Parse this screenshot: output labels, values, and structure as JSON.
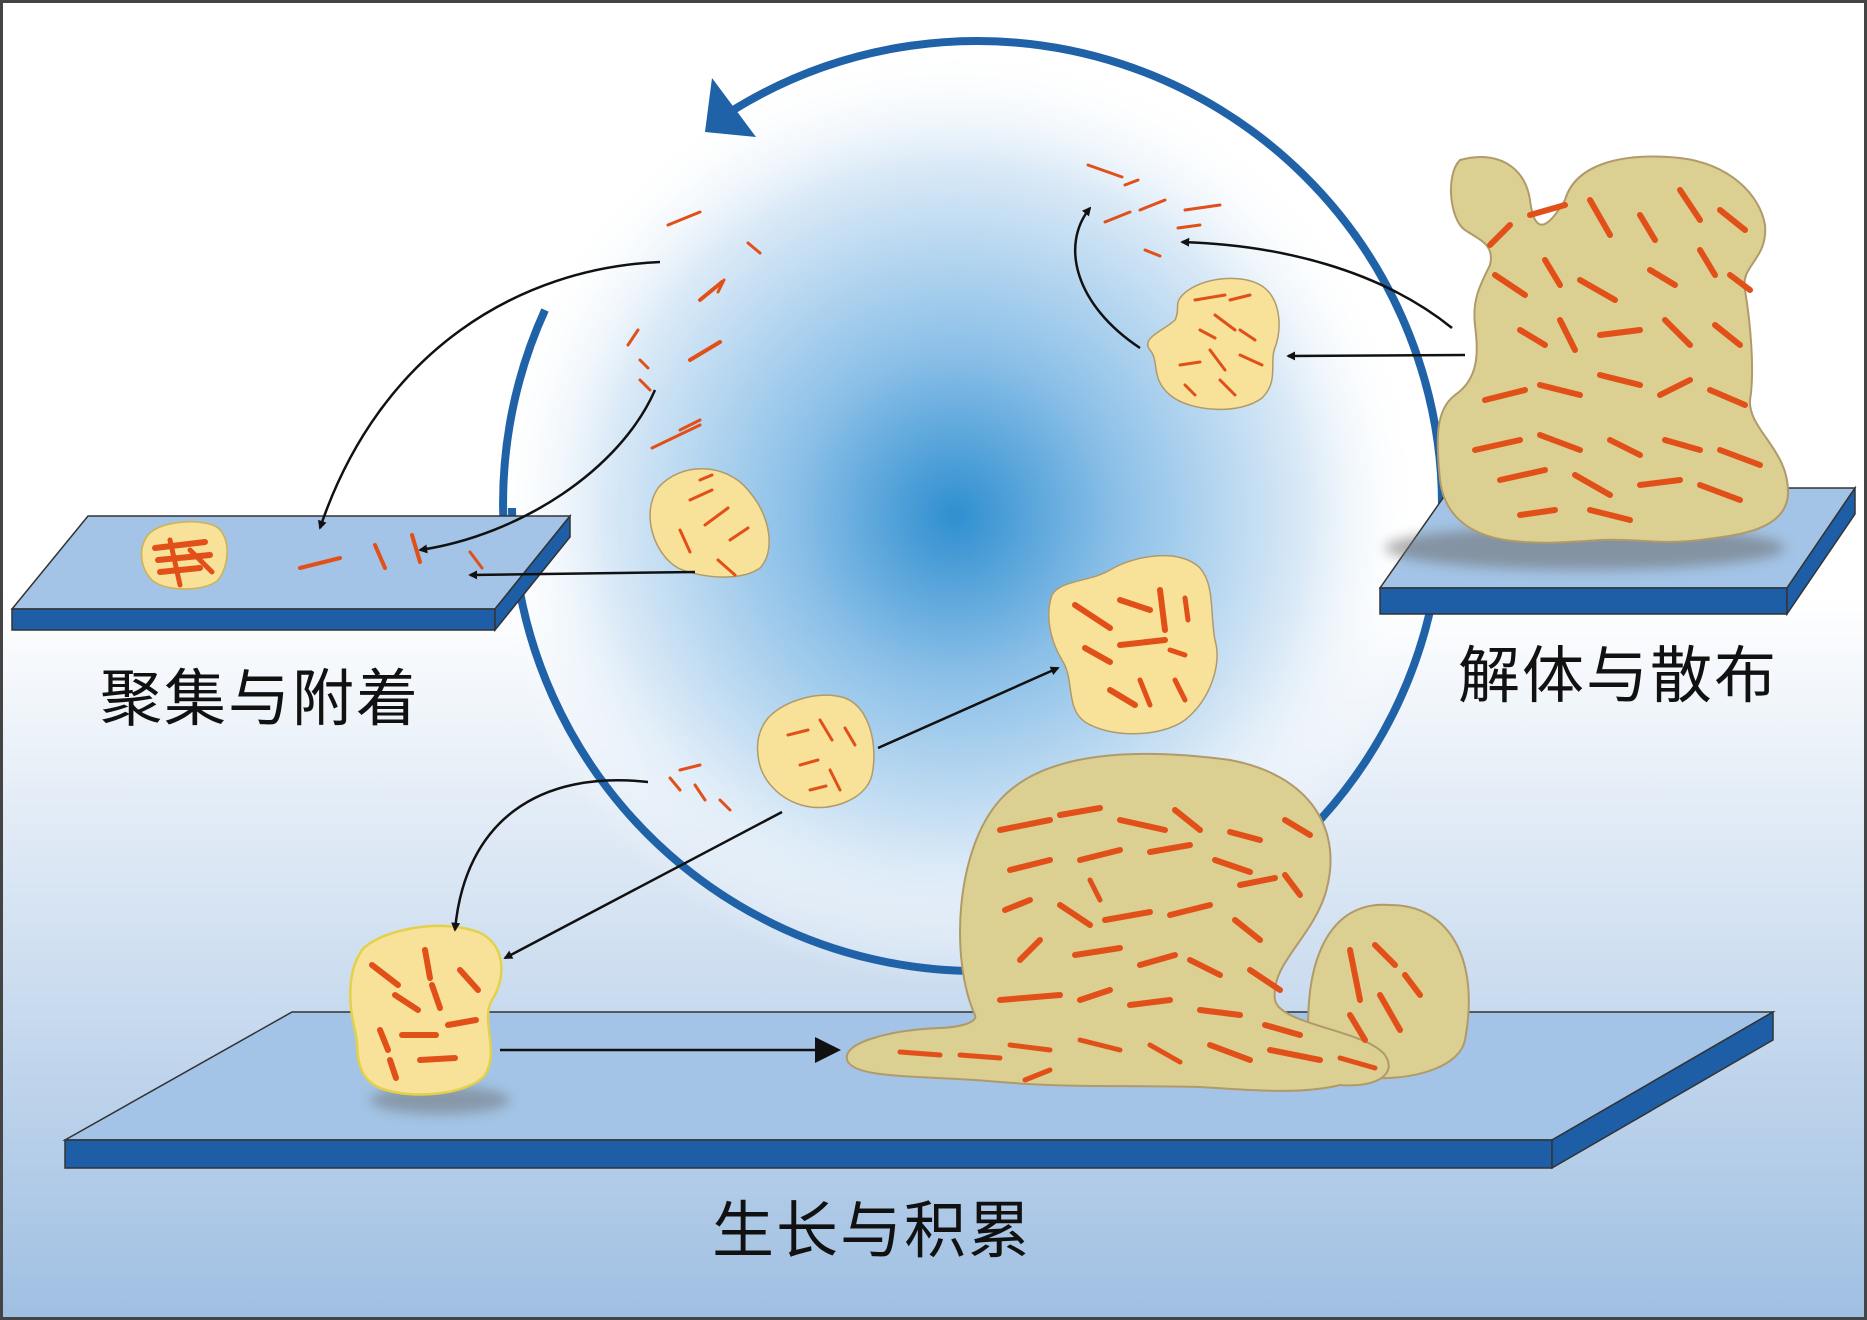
{
  "labels": {
    "aggregation": "聚集与附着",
    "growth": "生长与积累",
    "dispersal": "解体与散布"
  },
  "colors": {
    "background_top": "#ffffff",
    "background_bottom": "#9fbfe2",
    "cycle_arrow": "#1f62a8",
    "center_glow": "#2f8fd0",
    "substrate_top": "#a3c4e6",
    "substrate_side": "#1d5ea6",
    "microcolony_small": "#f8e29a",
    "biofilm_mature": "#dccf92",
    "biofilm_outline": "#b19a6a",
    "bacteria": "#e2501a",
    "arrow": "#111111"
  }
}
